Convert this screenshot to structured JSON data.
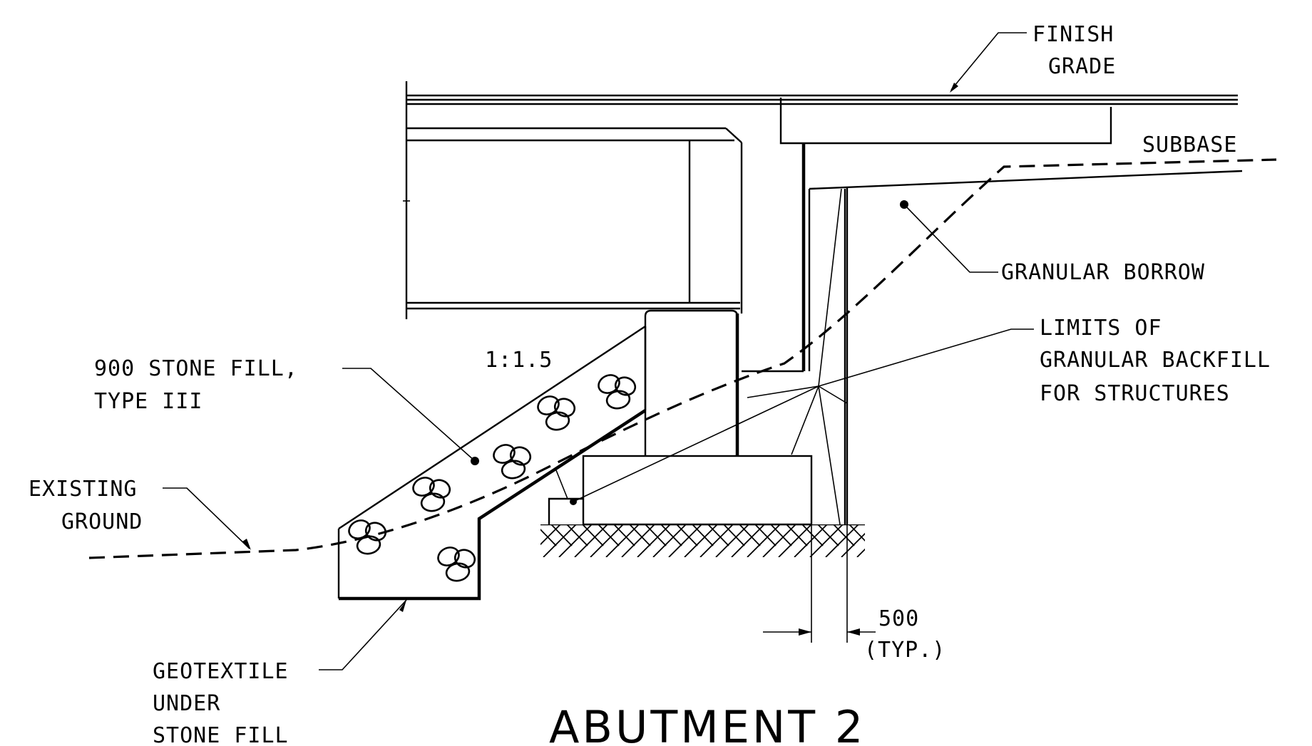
{
  "labels": {
    "finish_grade_1": "FINISH",
    "finish_grade_2": "GRADE",
    "subbase": "SUBBASE",
    "granular_borrow": "GRANULAR BORROW",
    "limits_1": "LIMITS OF",
    "limits_2": "GRANULAR BACKFILL",
    "limits_3": "FOR STRUCTURES",
    "stone_fill_1": "900 STONE FILL,",
    "stone_fill_2": "TYPE III",
    "slope": "1:1.5",
    "existing_1": "EXISTING",
    "existing_2": "GROUND",
    "geotextile_1": "GEOTEXTILE",
    "geotextile_2": "UNDER",
    "geotextile_3": "STONE FILL",
    "dim_value": "500",
    "dim_note": "(TYP.)"
  },
  "title": "ABUTMENT 2"
}
